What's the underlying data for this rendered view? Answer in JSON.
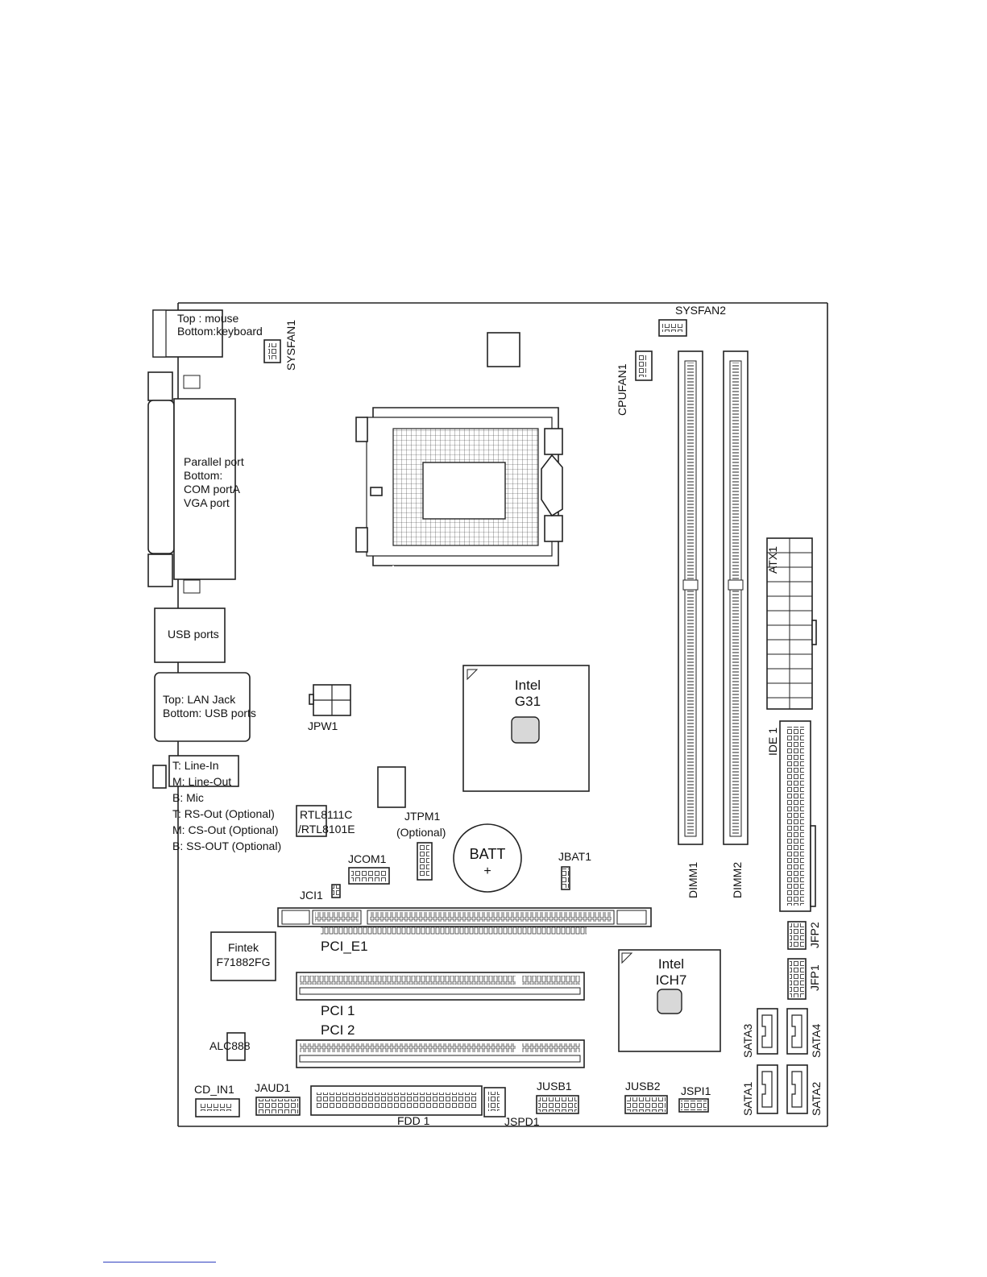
{
  "ports": {
    "ps2": [
      "Top : mouse",
      "Bottom:keyboard"
    ],
    "parallel": [
      "Parallel port",
      "Bottom:",
      "COM portA",
      "VGA port"
    ],
    "usb": "USB ports",
    "lan": [
      "Top: LAN Jack",
      "Bottom: USB ports"
    ],
    "audio": [
      "T: Line-In",
      "M: Line-Out",
      "B: Mic",
      "T: RS-Out (Optional)",
      "M: CS-Out (Optional)",
      "B: SS-OUT (Optional)"
    ]
  },
  "chips": {
    "rtl": [
      "RTL8111C",
      "/RTL8101E"
    ],
    "g31": [
      "Intel",
      "G31"
    ],
    "ich7": [
      "Intel",
      "ICH7"
    ],
    "fintek": [
      "Fintek",
      "F71882FG"
    ],
    "alc": "ALC888",
    "batt": [
      "BATT",
      "+"
    ]
  },
  "connectors": {
    "sysfan1": "SYSFAN1",
    "sysfan2": "SYSFAN2",
    "cpufan1": "CPUFAN1",
    "atx1": "ATX1",
    "ide1": "IDE 1",
    "jpw1": "JPW1",
    "jtpm1": [
      "JTPM1",
      "(Optional)"
    ],
    "jcom1": "JCOM1",
    "jbat1": "JBAT1",
    "jci1": "JCI1",
    "dimm1": "DIMM1",
    "dimm2": "DIMM2",
    "pcie1": "PCI_E1",
    "pci1": "PCI 1",
    "pci2": "PCI 2",
    "jfp2": "JFP2",
    "jfp1": "JFP1",
    "sata3": "SATA3",
    "sata4": "SATA4",
    "sata1": "SATA1",
    "sata2": "SATA2",
    "cdin1": "CD_IN1",
    "jaud1": "JAUD1",
    "fdd1": "FDD 1",
    "jspd1": "JSPD1",
    "jusb1": "JUSB1",
    "jusb2": "JUSB2",
    "jspi1": "JSPI1"
  }
}
